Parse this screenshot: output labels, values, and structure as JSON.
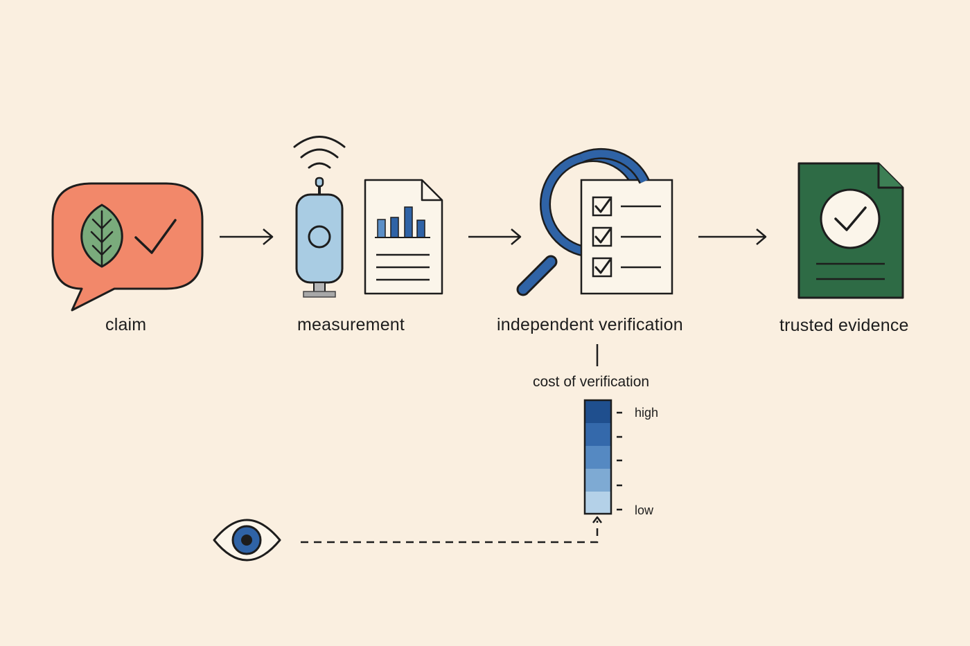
{
  "steps": [
    {
      "label": "claim",
      "icon": "speech-bubble-leaf-check-icon"
    },
    {
      "label": "measurement",
      "icon": "sensor-and-report-icon"
    },
    {
      "label": "independent verification",
      "icon": "magnifier-checklist-icon"
    },
    {
      "label": "trusted evidence",
      "icon": "certified-document-icon"
    }
  ],
  "cost_scale": {
    "title": "cost of verification",
    "high_label": "high",
    "low_label": "low",
    "levels": 5
  },
  "observer": {
    "icon": "eye-icon"
  },
  "colors": {
    "background": "#faefe0",
    "claim_bubble": "#f2886a",
    "leaf": "#7aab7c",
    "sensor": "#a9cce3",
    "accent_blue": "#2f63a6",
    "evidence_green": "#2e6b45",
    "scale_high": "#1f4f8e",
    "scale_low": "#b4d1e8"
  }
}
